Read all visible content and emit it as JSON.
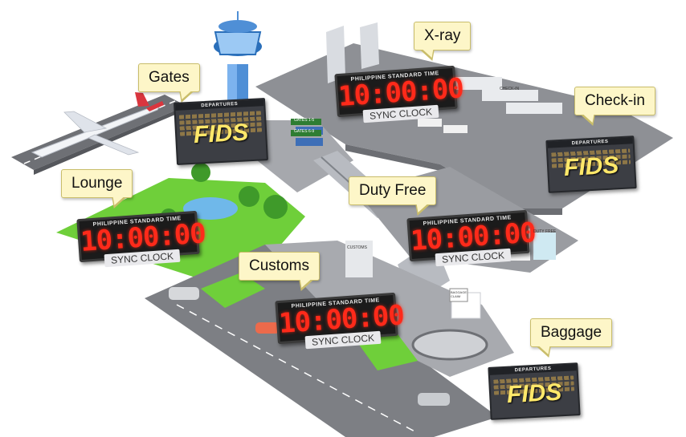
{
  "labels": {
    "gates": "Gates",
    "xray": "X-ray",
    "checkin": "Check-in",
    "lounge": "Lounge",
    "duty_free": "Duty Free",
    "customs": "Customs",
    "baggage": "Baggage"
  },
  "clock": {
    "header": "PHILIPPINE STANDARD TIME",
    "time": "10:00:00",
    "caption": "SYNC CLOCK"
  },
  "fids": {
    "header": "DEPARTURES",
    "text": "FIDS"
  },
  "signs": {
    "gates_1_5": "GATES 1-5",
    "gates_6_9": "GATES 6-9",
    "baggage_claim": "BAGGAGE CLAIM",
    "customs": "CUSTOMS",
    "duty_free": "DUTY FREE",
    "check_in": "CHECK-IN"
  },
  "colors": {
    "callout_bg": "#fdf6c8",
    "clock_digits": "#ff2a1a",
    "fids_text": "#ffe86a",
    "floor": "#8e9095",
    "grass": "#6fcf3a"
  }
}
